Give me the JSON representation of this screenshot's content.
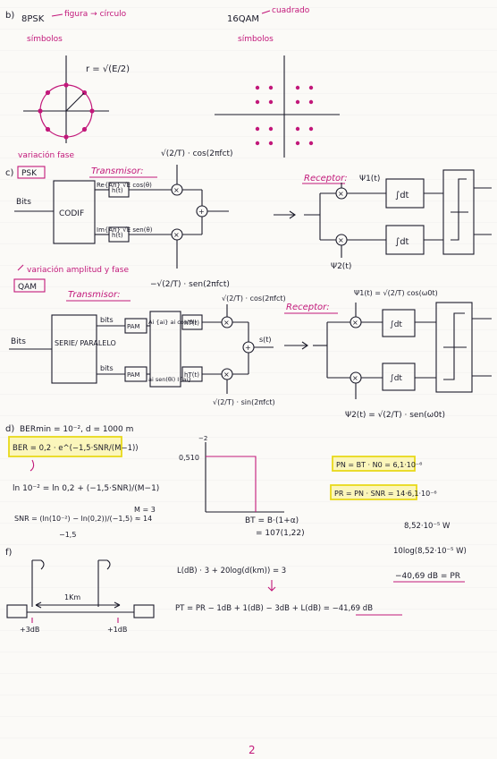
{
  "sections": {
    "b": {
      "label": "b)",
      "psk_title": "8PSK",
      "psk_note_1": "figura → círculo",
      "psk_note_2": "símbolos",
      "radius_expr": "r = √(E/2)",
      "psk_caption": "variación fase",
      "qam_title": "16QAM",
      "qam_note_1": "cuadrado",
      "qam_note_2": "símbolos"
    },
    "c": {
      "label": "c)",
      "psk_tag": "PSK",
      "transmitter_title": "Transmisor:",
      "receiver_title": "Receptor:",
      "bits_label": "Bits",
      "coder_label": "CODIF",
      "branch_i_label": "Re{An} √E cos(θ)",
      "branch_q_label": "Im{An} √E sen(θ)",
      "filter_label": "h(t)",
      "carrier_top": "√(2/T) · cos(2πfct)",
      "carrier_bottom": "−√(2/T) · sen(2πfct)",
      "rx_top_label": "Ψ1(t)",
      "rx_bottom_label": "Ψ2(t)",
      "integral_label": "∫dt",
      "qam_note": "variación amplitud y fase",
      "qam_tag": "QAM",
      "qam_transmitter_title": "Transmisor:",
      "qam_receiver_title": "Receptor:",
      "serial_label": "SERIE/ PARALELO",
      "bits_i": "bits",
      "bits_q": "bits",
      "pam_label": "PAM",
      "qam_mapper_top": "Ai {ai}  ai cos(θi)",
      "qam_mapper_bottom": "ai sen(θi)  I{ai}",
      "qam_filter": "hT(t)",
      "qam_carrier_top": "√(2/T) · cos(2πfct)",
      "qam_carrier_bottom": "√(2/T) · sin(2πfct)",
      "sum_output": "s(t)",
      "qam_rx_top": "Ψ1(t) = √(2/T) cos(ω0t)",
      "qam_rx_bottom": "Ψ2(t) = √(2/T) · sen(ω0t)"
    },
    "d": {
      "label": "d)",
      "line1": "BERmin = 10⁻², d = 1000 m",
      "ber_formula": "BER = 0,2 · e^(−1,5·SNR/(M−1))",
      "ln_line": "ln 10⁻² = ln 0,2 + (−1,5·SNR)/(M−1)",
      "snr_line": "SNR = (ln(10⁻²) − ln(0,2))/(−1,5) ≈ 14",
      "m_value": "M = 3",
      "denominator": "−1,5",
      "graph_y_tick": "0,510",
      "graph_y_exp": "−2",
      "bw_line": "BT = B·(1+α)",
      "bw_value": "= 107(1,22)",
      "noise_eq": "PN = BT · N0 = 6,1·10⁻⁶",
      "power_eq": "PR = PN · SNR = 14·6,1·10⁻⁶",
      "power_value": "8,52·10⁻⁵ W",
      "dbw_line": "10log(8,52·10⁻⁵ W)",
      "dbw_value": "−40,69 dB = PR"
    },
    "f": {
      "label": "f)",
      "distance": "1Km",
      "gain_left": "+3dB",
      "gain_right": "+1dB",
      "loss_line": "L(dB) · 3 + 20log(d(km)) = 3",
      "pt_line": "PT = PR − 1dB + 1(dB) − 3dB + L(dB) = −41,69 dB"
    },
    "page_number": "2"
  },
  "colors": {
    "ink": "#1b1b2a",
    "pink": "#c2187a",
    "highlight": "#fbf38a"
  }
}
